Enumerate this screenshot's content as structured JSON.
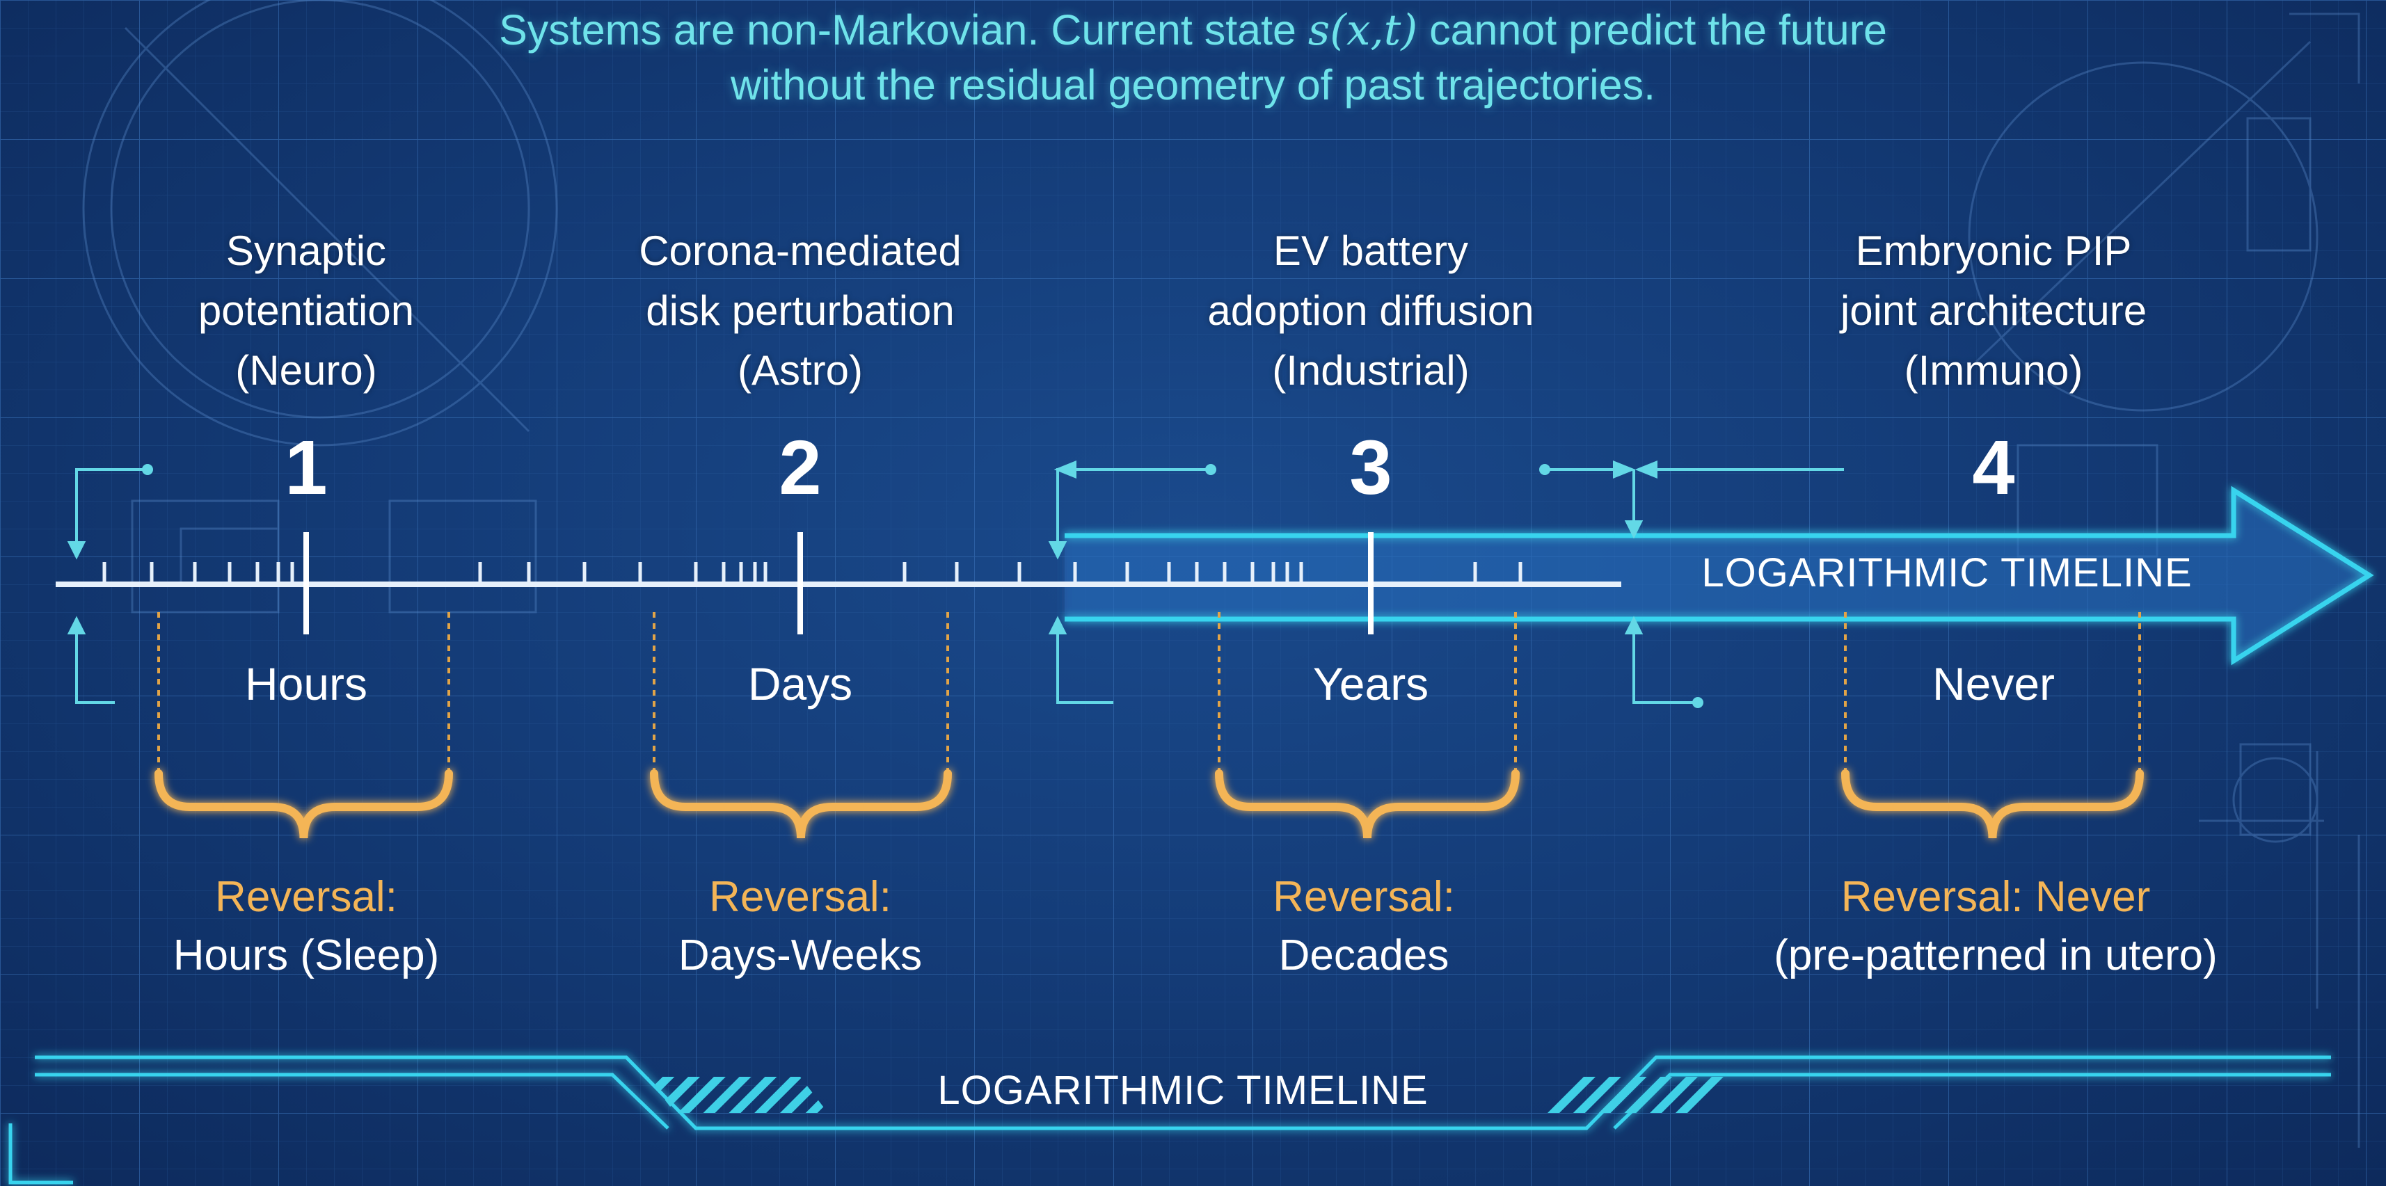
{
  "header": {
    "line1_before": "Systems are non-Markovian. Current state ",
    "line1_math": "s(x,t)",
    "line1_after": " cannot predict the future",
    "line2": "without the residual geometry of past trajectories."
  },
  "timeline_label": "LOGARITHMIC TIMELINE",
  "footer_label": "LOGARITHMIC TIMELINE",
  "colors": {
    "accent_cyan": "#6fe3ea",
    "bracket_orange": "#f4b557",
    "background": "#143c78"
  },
  "stages": [
    {
      "number": "1",
      "title": [
        "Synaptic",
        "potentiation",
        "(Neuro)"
      ],
      "time": "Hours",
      "reversal_key": "Reversal:",
      "reversal_value": "Hours (Sleep)"
    },
    {
      "number": "2",
      "title": [
        "Corona-mediated",
        "disk perturbation",
        "(Astro)"
      ],
      "time": "Days",
      "reversal_key": "Reversal:",
      "reversal_value": "Days-Weeks"
    },
    {
      "number": "3",
      "title": [
        "EV battery",
        "adoption diffusion",
        "(Industrial)"
      ],
      "time": "Years",
      "reversal_key": "Reversal:",
      "reversal_value": "Decades"
    },
    {
      "number": "4",
      "title": [
        "Embryonic PIP",
        "joint architecture",
        "(Immuno)"
      ],
      "time": "Never",
      "reversal_key": "Reversal: Never",
      "reversal_value": "(pre-patterned in utero)"
    }
  ]
}
